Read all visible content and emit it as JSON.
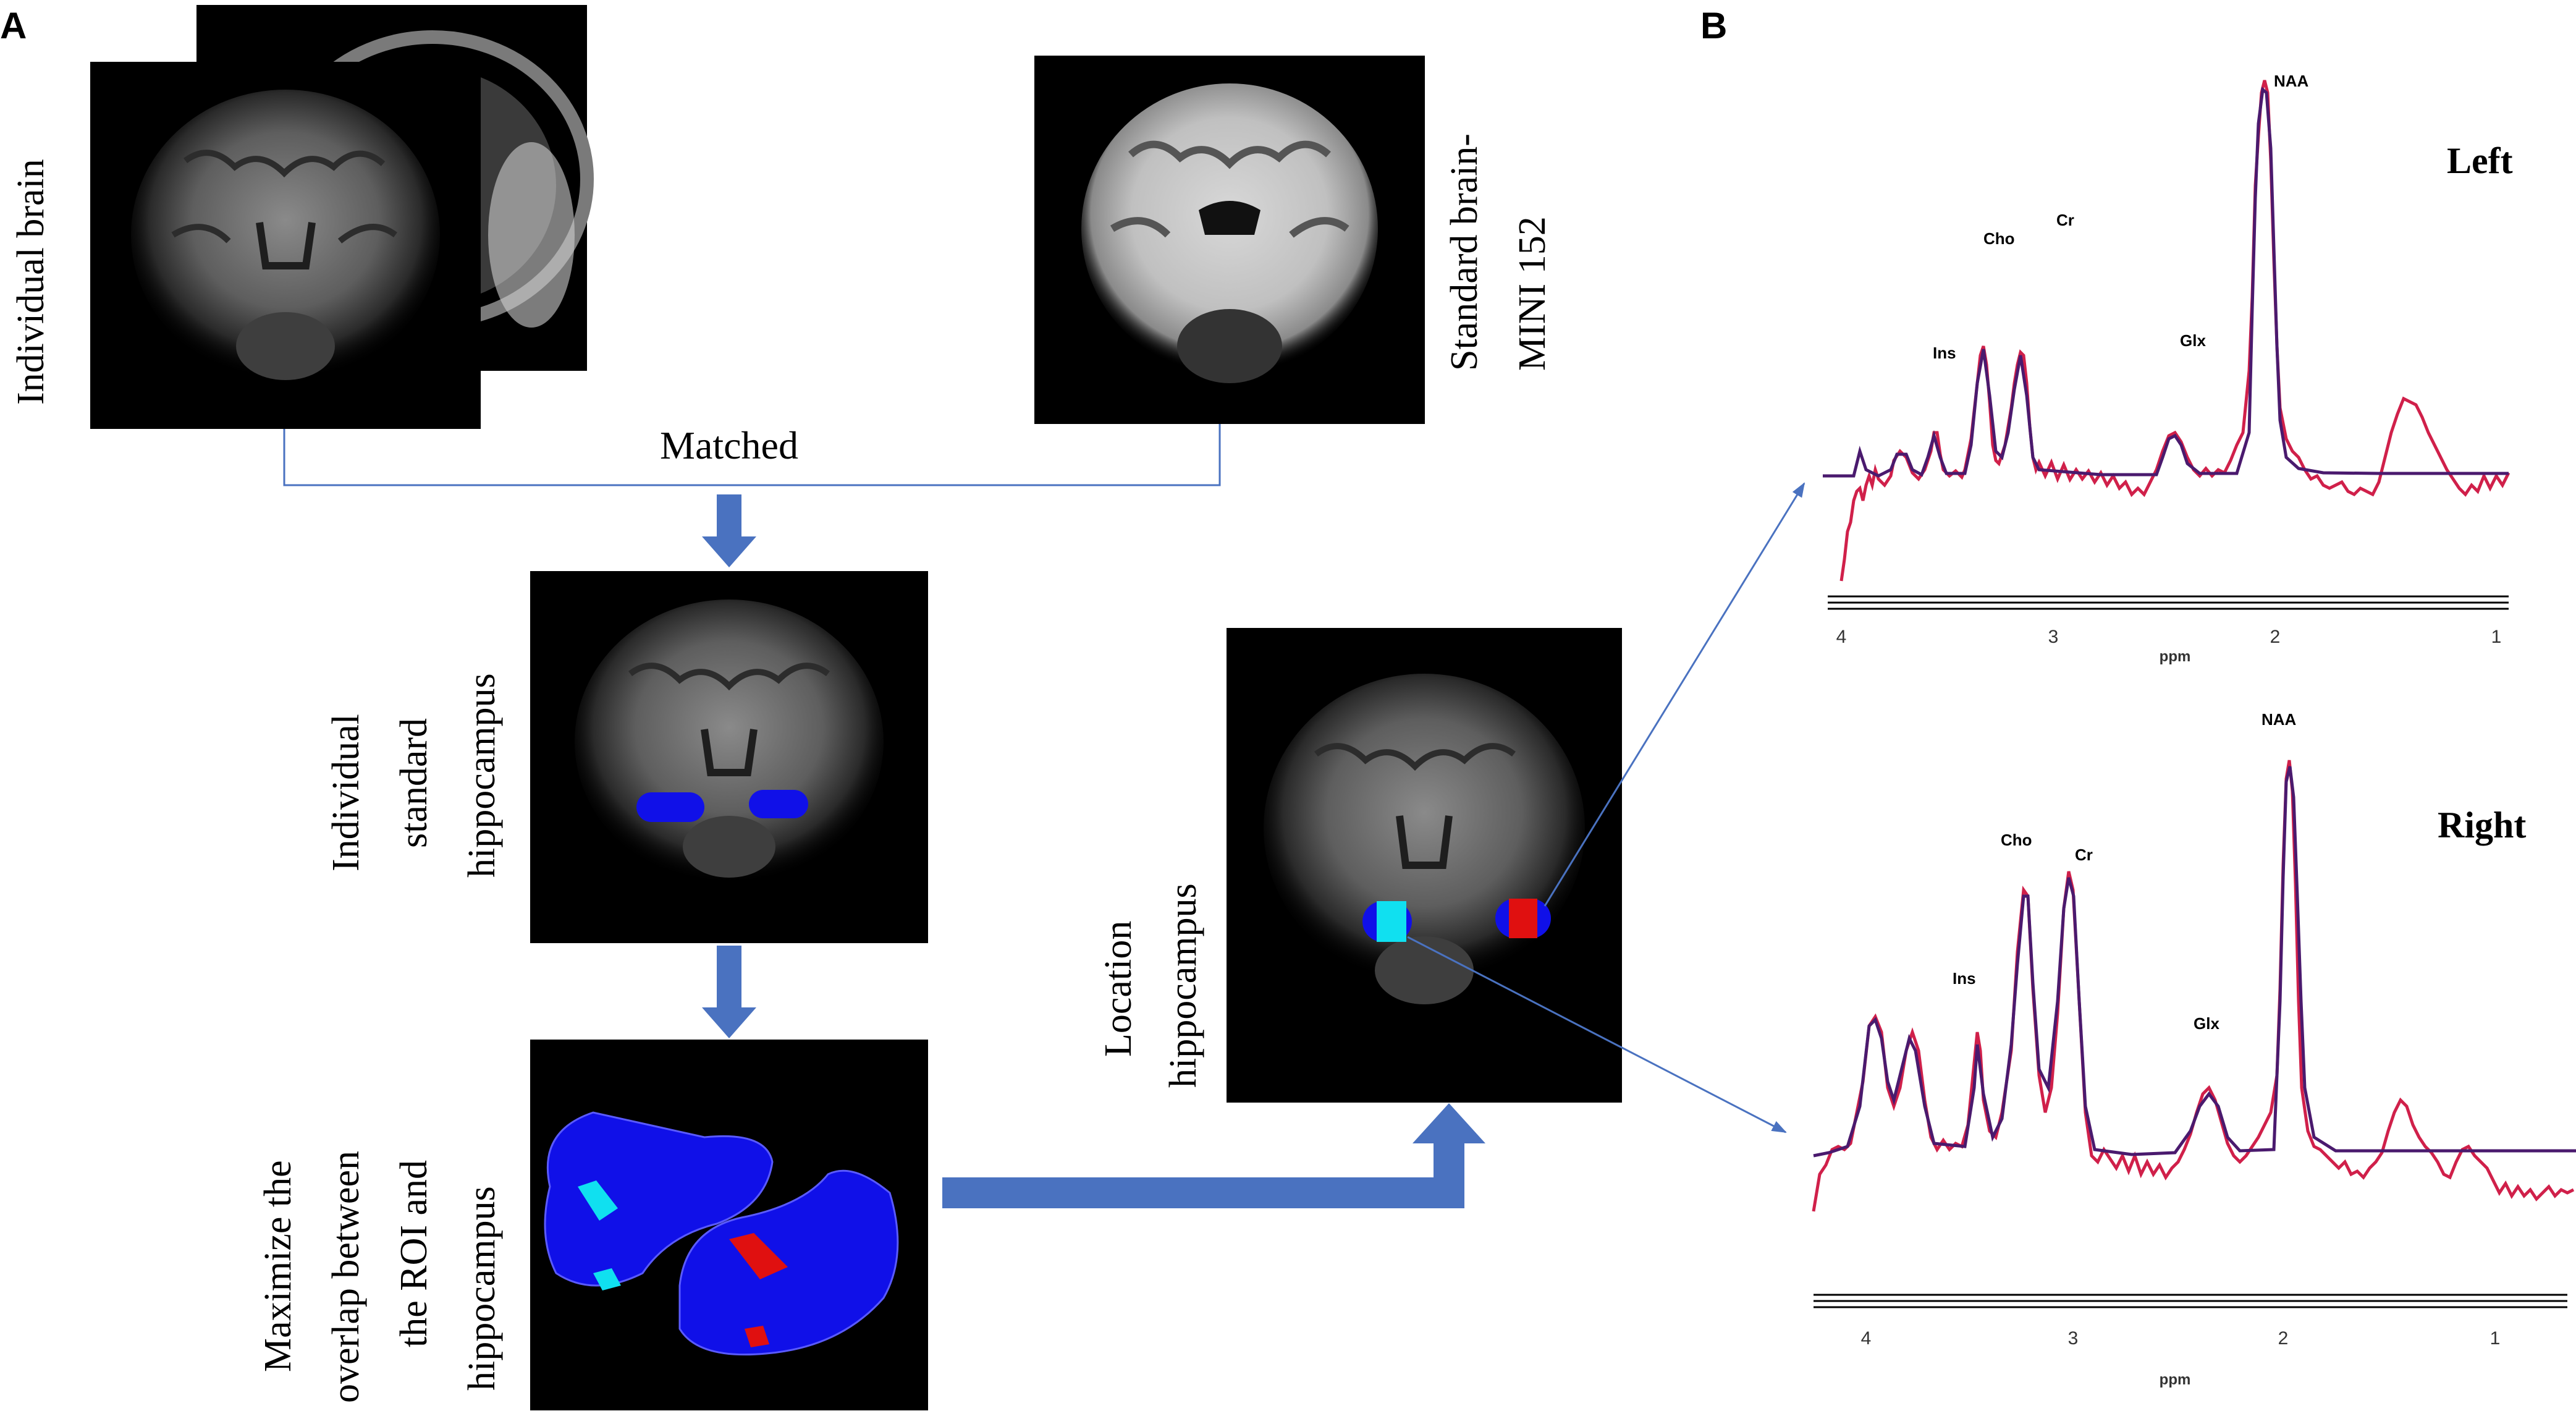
{
  "panels": {
    "a_letter": "A",
    "b_letter": "B"
  },
  "workflow": {
    "individual_brain": "Individual brain",
    "standard_brain_line1": "Standard brain-",
    "standard_brain_line2": "MINI 152",
    "matched": "Matched",
    "individual_std_line1": "Individual",
    "individual_std_line2": "standard",
    "individual_std_line3": "hippocampus",
    "maximize_line1": "Maximize the",
    "maximize_line2": "overlap between",
    "maximize_line3": "the ROI and",
    "maximize_line4": "hippocampus",
    "location_line1": "Location",
    "location_line2": "hippocampus"
  },
  "spectra": {
    "left": {
      "title": "Left",
      "peaks": {
        "naa": "NAA",
        "cr": "Cr",
        "cho": "Cho",
        "ins": "Ins",
        "glx": "Glx"
      },
      "ticks": [
        "4",
        "3",
        "2",
        "1"
      ],
      "xlabel": "ppm"
    },
    "right": {
      "title": "Right",
      "peaks": {
        "naa": "NAA",
        "cr": "Cr",
        "cho": "Cho",
        "ins": "Ins",
        "glx": "Glx"
      },
      "ticks": [
        "4",
        "3",
        "2",
        "1"
      ],
      "xlabel": "ppm"
    }
  },
  "colors": {
    "arrow": "#4a72c0",
    "roi_blue": "#1010e8",
    "roi_cyan": "#10e0f0",
    "roi_red": "#e01010",
    "fit_line": "#4a1a6e",
    "raw_line": "#d0204a"
  }
}
